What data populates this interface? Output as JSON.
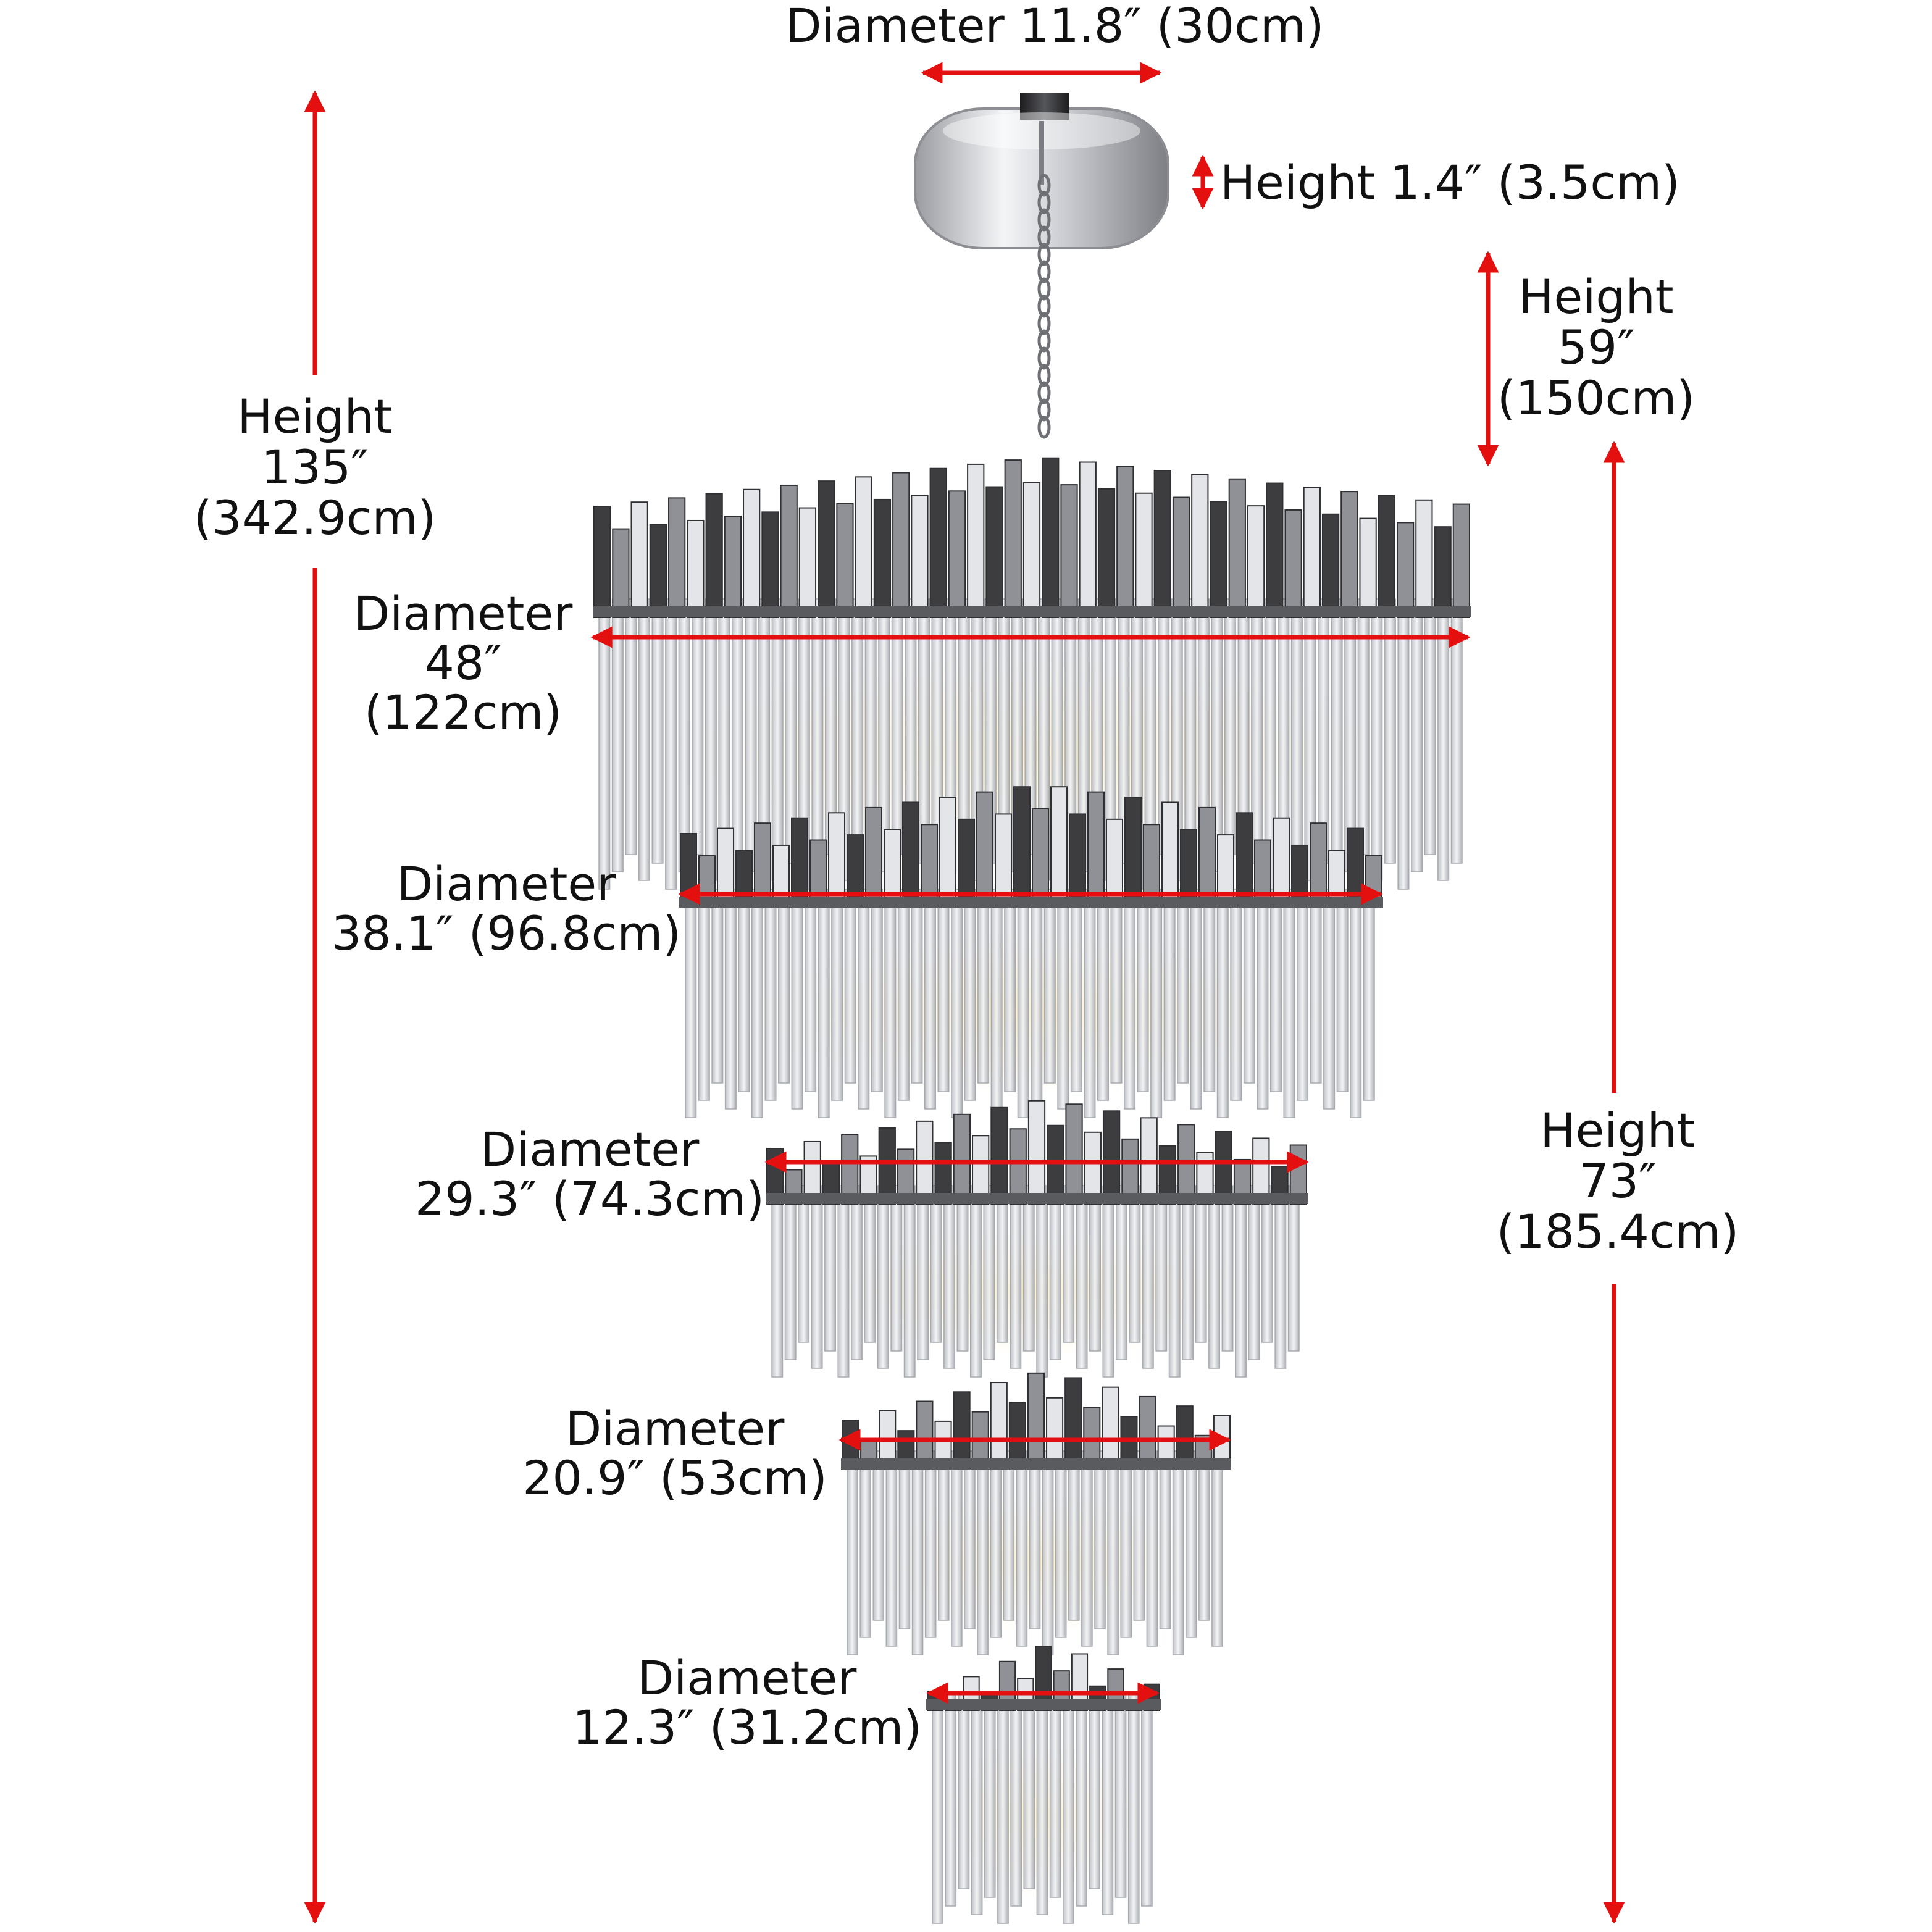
{
  "colors": {
    "arrow": "#e41010",
    "text": "#111111",
    "chrome_dark": "#3d3d40",
    "chrome_mid": "#8f9196",
    "chrome_light": "#e3e5e8",
    "crystal": "#d8dbe0",
    "glow": "#fff5d6"
  },
  "canopy": {
    "diameter_label": "Diameter 11.8″  (30cm)",
    "height_label": "Height  1.4″  (3.5cm)"
  },
  "overall_height": {
    "line1": "Height",
    "line2": "135″",
    "line3": "(342.9cm)"
  },
  "chain_height": {
    "line1": "Height",
    "line2": "59″",
    "line3": "(150cm)"
  },
  "body_height": {
    "line1": "Height",
    "line2": "73″",
    "line3": "(185.4cm)"
  },
  "tiers": [
    {
      "line1": "Diameter",
      "line2": "48″",
      "line3": "(122cm)"
    },
    {
      "line1": "Diameter",
      "line2": "38.1″  (96.8cm)"
    },
    {
      "line1": "Diameter",
      "line2": "29.3″  (74.3cm)"
    },
    {
      "line1": "Diameter",
      "line2": "20.9″  (53cm)"
    },
    {
      "line1": "Diameter",
      "line2": "12.3″  (31.2cm)"
    }
  ]
}
